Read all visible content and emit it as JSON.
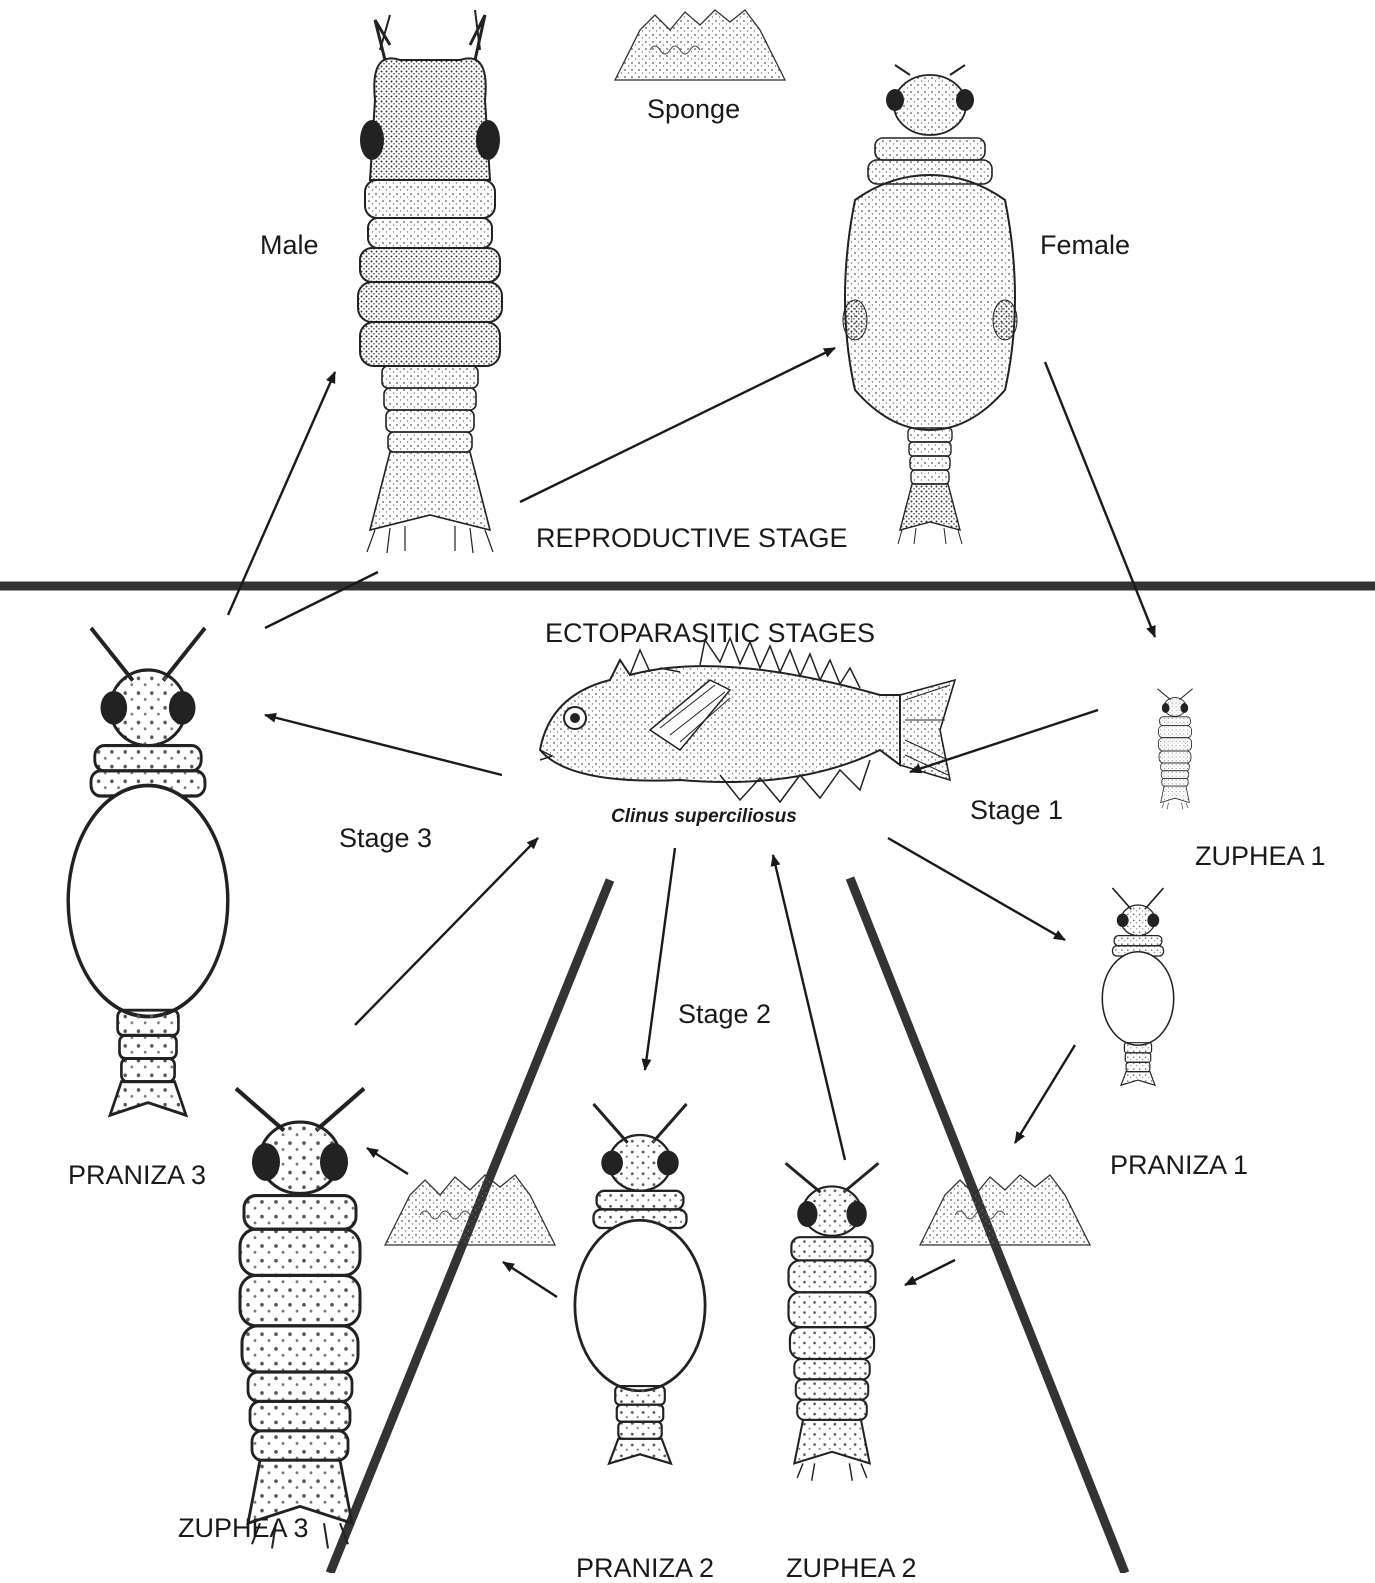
{
  "labels": {
    "sponge": "Sponge",
    "male": "Male",
    "female": "Female",
    "reproductive_stage": "REPRODUCTIVE STAGE",
    "ectoparasitic_stages": "ECTOPARASITIC STAGES",
    "host_species": "Clinus superciliosus",
    "stage1": "Stage 1",
    "stage2": "Stage 2",
    "stage3": "Stage 3",
    "zuphea1": "ZUPHEA 1",
    "praniza1": "PRANIZA 1",
    "zuphea2": "ZUPHEA 2",
    "praniza2": "PRANIZA 2",
    "zuphea3": "ZUPHEA 3",
    "praniza3": "PRANIZA 3"
  },
  "colors": {
    "ink": "#1a1a1a",
    "divider": "#333333",
    "stipple": "#555555",
    "background": "#ffffff"
  }
}
